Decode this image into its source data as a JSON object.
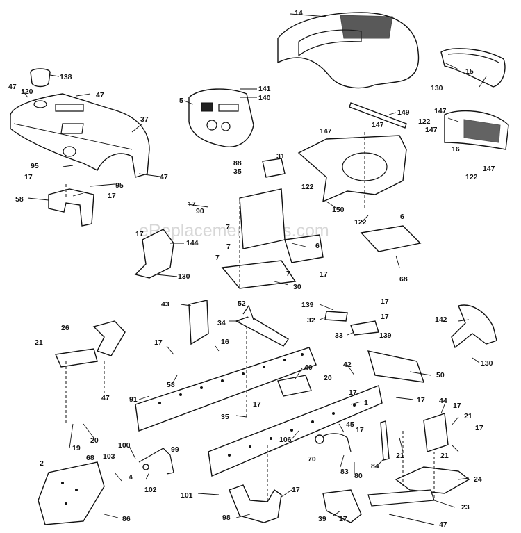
{
  "watermark": "eReplacementParts.com",
  "callouts": {
    "p14": "14",
    "p15": "15",
    "p130a": "130",
    "p138": "138",
    "p47a": "47",
    "p120": "120",
    "p47b": "47",
    "p141": "141",
    "p140": "140",
    "p5": "5",
    "p37": "37",
    "p149": "149",
    "p147a": "147",
    "p147b": "147",
    "p147c": "147",
    "p122a": "122",
    "p147d": "147",
    "p16": "16",
    "p147e": "147",
    "p122b": "122",
    "p31": "31",
    "p88": "88",
    "p35a": "35",
    "p95a": "95",
    "p47c": "47",
    "p17a": "17",
    "p95b": "95",
    "p17b": "17",
    "p122c": "122",
    "p150": "150",
    "p58a": "58",
    "p17c": "17",
    "p90a": "90",
    "p122d": "122",
    "p6a": "6",
    "p7a": "7",
    "p17d": "17",
    "p144": "144",
    "p6b": "6",
    "p68": "68",
    "p7b": "7",
    "p7c": "7",
    "p17e": "17",
    "p130b": "130",
    "p7d": "7",
    "p30": "30",
    "p43": "43",
    "p52": "52",
    "p17f": "17",
    "p139a": "139",
    "p17g": "17",
    "p32": "32",
    "p142": "142",
    "p34": "34",
    "p33": "33",
    "p139b": "139",
    "p26": "26",
    "p21a": "21",
    "p17h": "17",
    "p16b": "16",
    "p130c": "130",
    "p58b": "58",
    "p40": "40",
    "p42": "42",
    "p50": "50",
    "p47d": "47",
    "p91": "91",
    "p20a": "20",
    "p17i": "17",
    "p1": "1",
    "p17j": "17",
    "p44": "44",
    "p17k": "17",
    "p21b": "21",
    "p17l": "17",
    "p35b": "35",
    "p45": "45",
    "p17m": "17",
    "p20b": "20",
    "p19": "19",
    "p100": "100",
    "p99": "99",
    "p106": "106",
    "p21c": "21",
    "p21d": "21",
    "p2": "2",
    "p68b": "68",
    "p103": "103",
    "p70": "70",
    "p83": "83",
    "p80": "80",
    "p84": "84",
    "p24": "24",
    "p4": "4",
    "p102": "102",
    "p23": "23",
    "p101": "101",
    "p17n": "17",
    "p86": "86",
    "p98": "98",
    "p39": "39",
    "p17o": "17",
    "p47e": "47"
  }
}
